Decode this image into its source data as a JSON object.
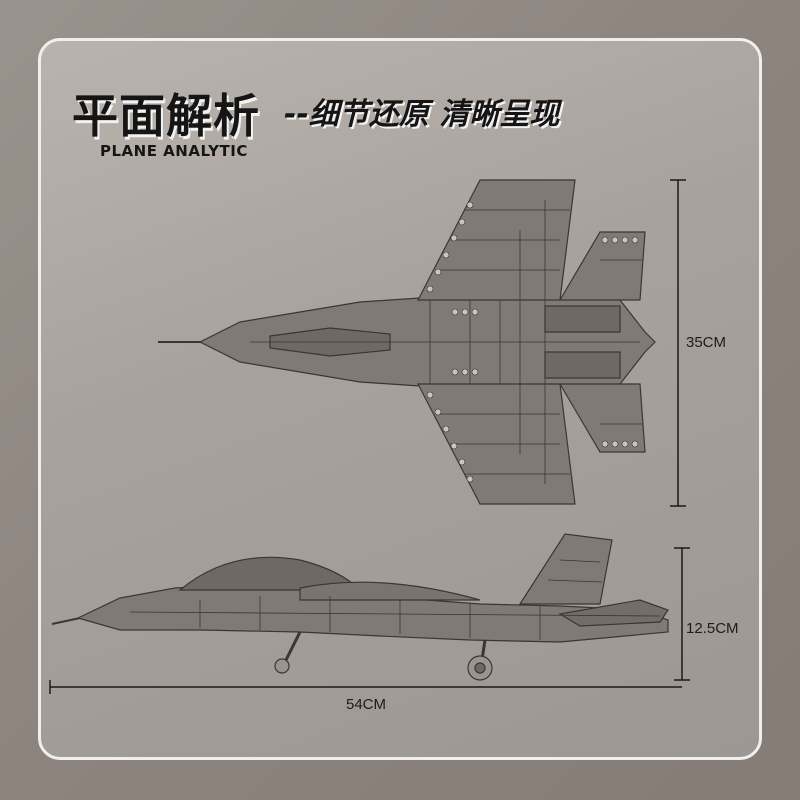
{
  "title": {
    "main": "平面解析",
    "subtitle": "--细节还原 清晰呈现",
    "english": "PLANE ANALYTIC"
  },
  "dimensions": {
    "height_top_view": "35CM",
    "height_side_view": "12.5CM",
    "length": "54CM"
  },
  "colors": {
    "background": "#8f8780",
    "panel": "#b0aaa4",
    "frame": "#f1efed",
    "model": "#807a75",
    "line": "#1a1a1a"
  }
}
